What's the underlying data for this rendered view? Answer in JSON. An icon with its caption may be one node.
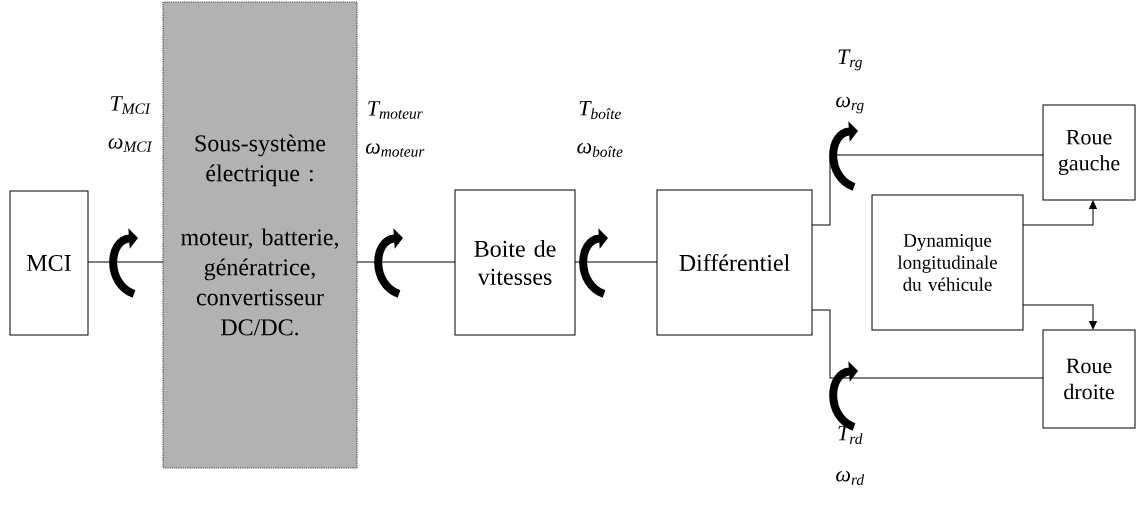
{
  "diagram": {
    "nodes": [
      {
        "text": [
          "MCI"
        ]
      },
      {
        "text": [
          "Sous-système électrique :",
          "moteur, batterie, génératrice, convertisseur DC/DC."
        ]
      },
      {
        "text": [
          "Boite de vitesses"
        ]
      },
      {
        "text": [
          "Différentiel"
        ]
      },
      {
        "text": [
          "Roue gauche"
        ]
      },
      {
        "text": [
          "Dynamique longitudinale du véhicule"
        ]
      },
      {
        "text": [
          "Roue droite"
        ]
      }
    ],
    "edges": [
      {
        "from": 0,
        "to": 1,
        "arrow": "none"
      },
      {
        "from": 1,
        "to": 2,
        "arrow": "none"
      },
      {
        "from": 2,
        "to": 3,
        "arrow": "none"
      },
      {
        "from": 3,
        "to": 4,
        "arrow": "none"
      },
      {
        "from": 3,
        "to": 6,
        "arrow": "none"
      },
      {
        "from": 5,
        "to": 4,
        "arrow": "to"
      },
      {
        "from": 5,
        "to": 6,
        "arrow": "to"
      }
    ],
    "labels": [
      "T$_{MCI}$",
      "ω$_{MCI}$",
      "T$_{moteur}$",
      "ω$_{moteur}$",
      "T$_{boîte}$",
      "ω$_{boîte}$",
      "T$_{rg}$",
      "ω$_{rg}$",
      "T$_{rd}$",
      "ω$_{rd}$"
    ]
  }
}
